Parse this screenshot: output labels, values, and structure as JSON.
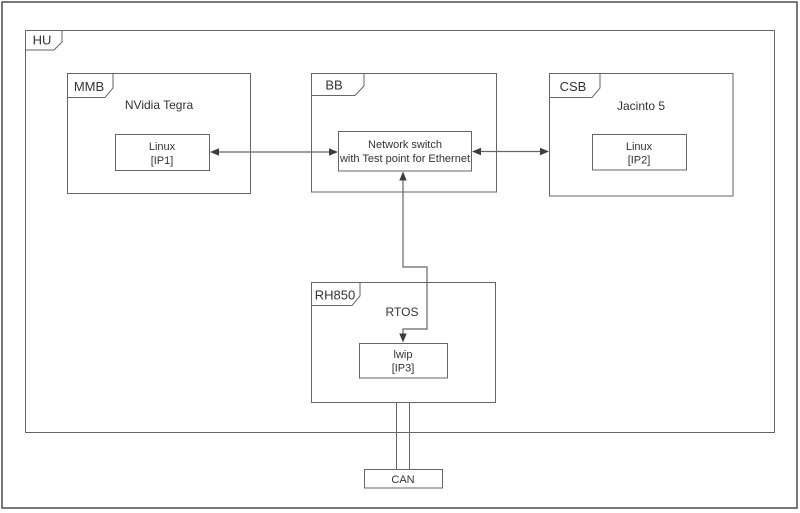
{
  "diagram": {
    "frames": {
      "hu": {
        "label": "HU"
      },
      "mmb": {
        "label": "MMB",
        "platform": "NVidia Tegra"
      },
      "bb": {
        "label": "BB"
      },
      "csb": {
        "label": "CSB",
        "platform": "Jacinto 5"
      },
      "rh850": {
        "label": "RH850",
        "platform": "RTOS"
      }
    },
    "nodes": {
      "linux_ip1": {
        "line1": "Linux",
        "line2": "[IP1]"
      },
      "network_switch": {
        "line1": "Network switch",
        "line2": "with Test point for Ethernet"
      },
      "linux_ip2": {
        "line1": "Linux",
        "line2": "[IP2]"
      },
      "lwip": {
        "line1": "lwip",
        "line2": "[IP3]"
      },
      "can": {
        "label": "CAN"
      }
    },
    "colors": {
      "stroke": "#666666",
      "text": "#333333",
      "arrow": "#3d3d3d",
      "background": "#ffffff",
      "outer_border": "#4d4d4d"
    }
  }
}
